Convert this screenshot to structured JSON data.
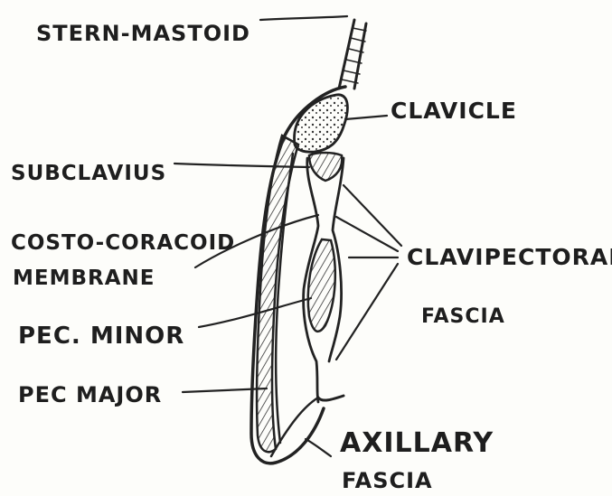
{
  "labels": {
    "stern_mastoid": "STERN-MASTOID",
    "clavicle": "CLAVICLE",
    "subclavius": "SUBCLAVIUS",
    "costo_coracoid_line1": "COSTO-CORACOID",
    "costo_coracoid_line2": "MEMBRANE",
    "clavipectoral_line1": "CLAVIPECTORAL",
    "clavipectoral_line2": "FASCIA",
    "pec_minor": "PEC. MINOR",
    "pec_major": "PEC MAJOR",
    "axillary_line1": "AXILLARY",
    "axillary_line2": "FASCIA"
  }
}
